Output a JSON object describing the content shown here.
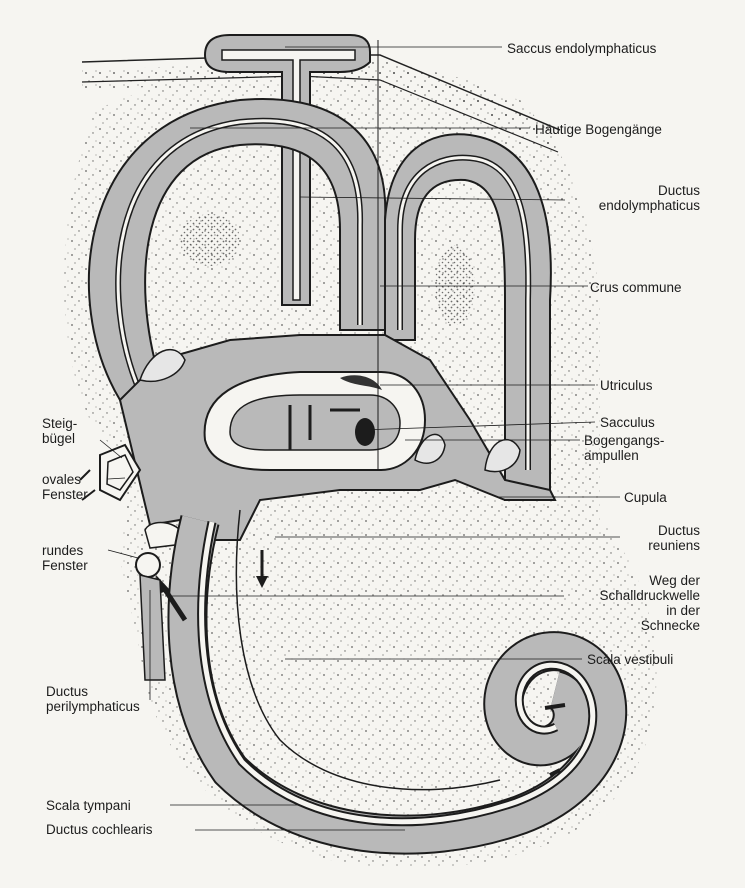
{
  "labels": {
    "saccus": "Saccus endolymphaticus",
    "haeutige": "Häutige Bogengänge",
    "ductus_endo": "Ductus\nendolymphaticus",
    "crus": "Crus commune",
    "utriculus": "Utriculus",
    "sacculus": "Sacculus",
    "ampullen": "Bogengangs-\nampullen",
    "cupula": "Cupula",
    "reuniens": "Ductus\nreuniens",
    "weg": "Weg der\nSchalldruckwelle\nin der\nSchnecke",
    "scala_vest": "Scala vestibuli",
    "steig": "Steig-\nbügel",
    "ovales": "ovales\nFenster",
    "rundes": "rundes\nFenster",
    "perilymph": "Ductus\nperilymphaticus",
    "scala_tymp": "Scala tympani",
    "cochlearis": "Ductus cochlearis"
  },
  "colors": {
    "ink": "#1c1c1c",
    "perilymph_gray": "#b9b9b9",
    "paper": "#f6f5f1"
  }
}
